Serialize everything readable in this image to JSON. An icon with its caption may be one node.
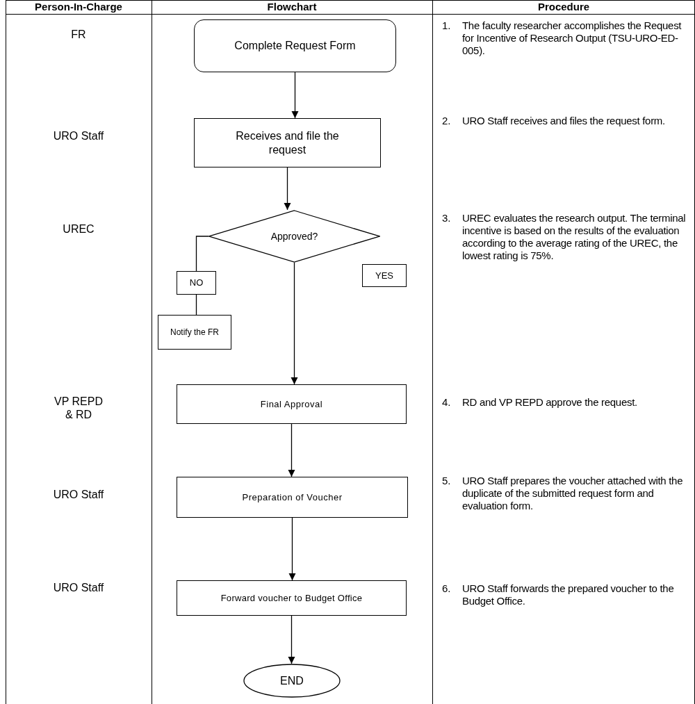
{
  "diagram": {
    "nodes": [
      {
        "text": [
          "Complete Request Form"
        ]
      },
      {
        "text": [
          "Receives and file the request"
        ]
      },
      {
        "text": [
          "Approved?"
        ]
      },
      {
        "text": [
          "NO"
        ]
      },
      {
        "text": [
          "Notify the FR"
        ]
      },
      {
        "text": [
          "YES"
        ]
      },
      {
        "text": [
          "Final Approval"
        ]
      },
      {
        "text": [
          "Preparation of Voucher"
        ]
      },
      {
        "text": [
          "Forward voucher to Budget Office"
        ]
      },
      {
        "text": [
          "END"
        ]
      }
    ],
    "edges": [
      {
        "from": 0,
        "to": 1,
        "arrow": "to"
      },
      {
        "from": 1,
        "to": 2,
        "arrow": "to"
      },
      {
        "from": 2,
        "to": 3,
        "arrow": "none"
      },
      {
        "from": 3,
        "to": 4,
        "arrow": "none"
      },
      {
        "from": 2,
        "to": 6,
        "arrow": "to"
      },
      {
        "from": 6,
        "to": 7,
        "arrow": "to"
      },
      {
        "from": 7,
        "to": 8,
        "arrow": "to"
      },
      {
        "from": 8,
        "to": 9,
        "arrow": "to"
      }
    ],
    "labels": [
      "Person-In-Charge",
      "Flowchart",
      "Procedure",
      "FR",
      "1.",
      "The faculty researcher accomplishes the Request for Incentive of Research Output (TSU-URO-ED-005).",
      "URO Staff",
      "2.",
      "URO Staff receives and files the request form.",
      "UREC",
      "3.",
      "UREC evaluates the research output. The terminal incentive is based on the results of the evaluation according to the average rating of the UREC, the lowest rating is 75%.",
      "VP REPD & RD",
      "4.",
      "RD and VP REPD approve the request.",
      "URO Staff",
      "5.",
      "URO Staff prepares the voucher attached with the duplicate of the submitted request form and evaluation form.",
      "URO Staff",
      "6.",
      "URO Staff forwards the prepared voucher to the Budget Office."
    ]
  }
}
